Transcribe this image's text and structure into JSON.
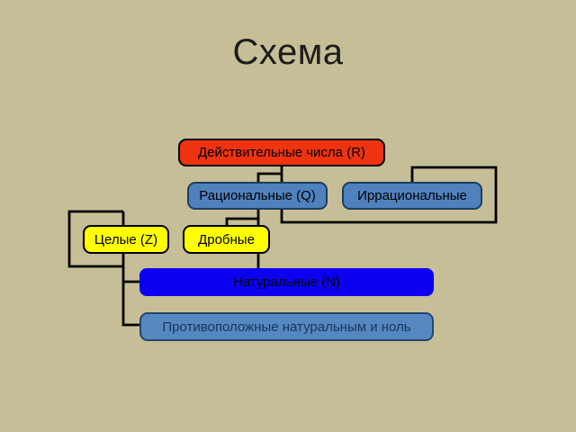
{
  "slide": {
    "title": "Схема",
    "background_color": "#c6be96",
    "title_color": "#1c1c1c",
    "connector_color": "#000000"
  },
  "diagram": {
    "nodes": [
      {
        "id": "real-numbers",
        "label": "Действительные числа (R)",
        "fill": "#ee3311",
        "border_color": "#000000",
        "text_color": "#000000"
      },
      {
        "id": "rational",
        "label": "Рациональные (Q)",
        "fill": "#4f81bd",
        "border_color": "#1f3d61",
        "text_color": "#000000"
      },
      {
        "id": "irrational",
        "label": "Иррациональные",
        "fill": "#4f81bd",
        "border_color": "#1f3d61",
        "text_color": "#000000"
      },
      {
        "id": "integers",
        "label": "Целые (Z)",
        "fill": "#ffff00",
        "border_color": "#000000",
        "text_color": "#000000"
      },
      {
        "id": "fractional",
        "label": "Дробные",
        "fill": "#ffff00",
        "border_color": "#000000",
        "text_color": "#000000"
      },
      {
        "id": "natural",
        "label": "Натуральные (N)",
        "fill": "#0b00f0",
        "border_color": "#0b00f0",
        "text_color": "#000000"
      },
      {
        "id": "opposite-natural-and-zero",
        "label": "Противоположные натуральным и ноль",
        "fill": "#5588c0",
        "border_color": "#24466b",
        "text_color": "#17365d"
      }
    ],
    "edges": [
      {
        "from": "real-numbers",
        "to": "rational"
      },
      {
        "from": "real-numbers",
        "to": "irrational"
      },
      {
        "from": "rational",
        "to": "integers"
      },
      {
        "from": "rational",
        "to": "fractional"
      },
      {
        "from": "integers",
        "to": "natural"
      },
      {
        "from": "integers",
        "to": "opposite-natural-and-zero"
      }
    ]
  }
}
